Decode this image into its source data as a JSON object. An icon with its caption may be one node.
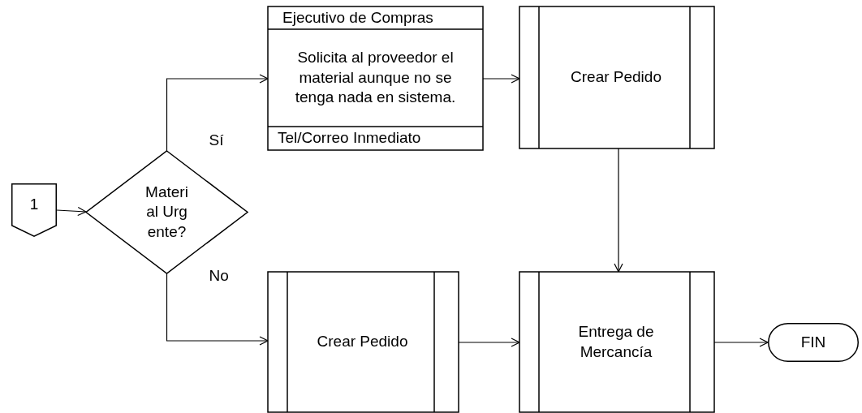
{
  "diagram": {
    "nodes": [
      {
        "text": [
          "1"
        ]
      },
      {
        "text": [
          "Material Urgente?"
        ]
      },
      {
        "text": [
          "Ejecutivo de Compras",
          "Solicita al proveedor el material aunque no se tenga nada en sistema.",
          "Tel/Correo Inmediato"
        ]
      },
      {
        "text": [
          "Crear Pedido"
        ]
      },
      {
        "text": [
          "Crear Pedido"
        ]
      },
      {
        "text": [
          "Entrega de Mercancía"
        ]
      },
      {
        "text": [
          "FIN"
        ]
      }
    ],
    "edges": [
      {
        "from": 0,
        "to": 1,
        "arrow": "to"
      },
      {
        "from": 1,
        "to": 2,
        "arrow": "to",
        "label": "Sí"
      },
      {
        "from": 1,
        "to": 4,
        "arrow": "to",
        "label": "No"
      },
      {
        "from": 2,
        "to": 3,
        "arrow": "to"
      },
      {
        "from": 3,
        "to": 5,
        "arrow": "to"
      },
      {
        "from": 4,
        "to": 5,
        "arrow": "to"
      },
      {
        "from": 5,
        "to": 6,
        "arrow": "to"
      }
    ]
  }
}
